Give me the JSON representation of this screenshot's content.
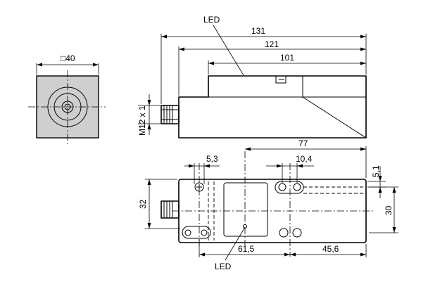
{
  "labels": {
    "led_top": "LED",
    "led_bottom": "LED",
    "square_40": "□40",
    "thread": "M12 x 1"
  },
  "dimensions": {
    "d131": "131",
    "d121": "121",
    "d101": "101",
    "d77": "77",
    "d5_3": "5,3",
    "d10_4": "10,4",
    "d5_1": "5,1",
    "d32": "32",
    "d30": "30",
    "d61_5": "61,5",
    "d45_6": "45,6"
  }
}
